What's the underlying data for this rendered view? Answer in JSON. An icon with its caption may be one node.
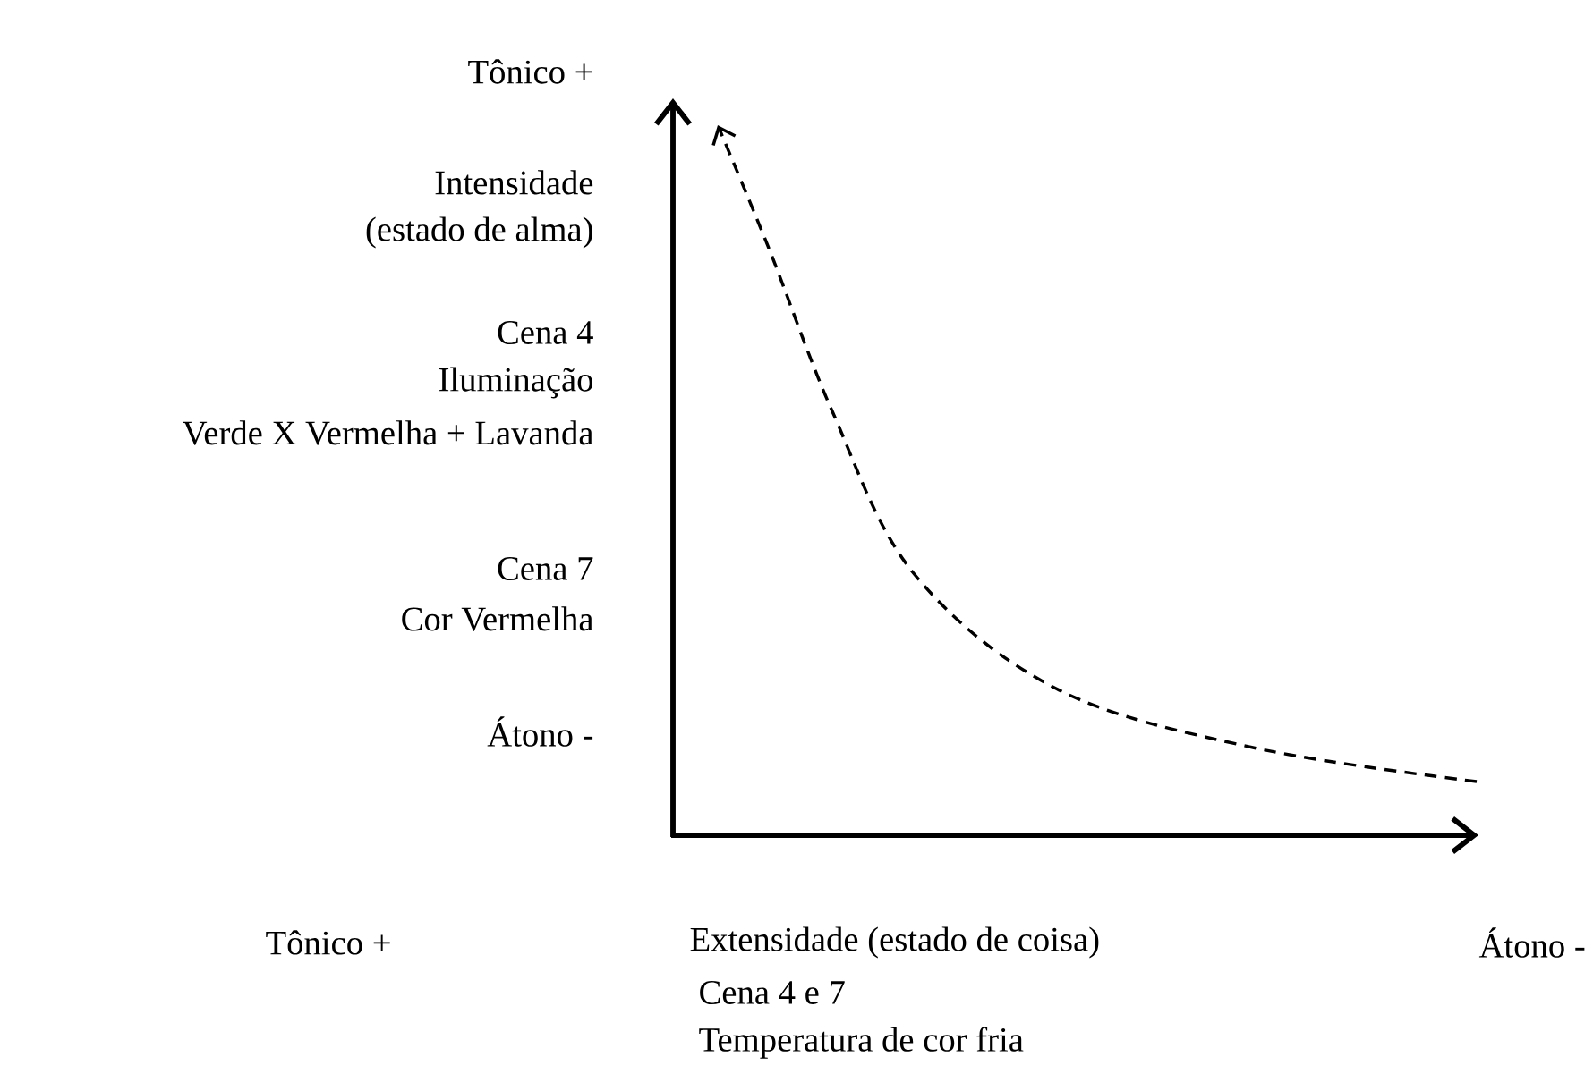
{
  "diagram": {
    "labels": [
      "Tônico +",
      "Intensidade",
      "(estado de alma)",
      "Cena 4",
      "Iluminação",
      "Verde X Vermelha + Lavanda",
      "Cena 7",
      "Cor Vermelha",
      "Átono -",
      "Tônico +",
      "Extensidade (estado de coisa)",
      "Átono -",
      "Cena 4 e 7",
      "Temperatura de cor fria"
    ]
  }
}
